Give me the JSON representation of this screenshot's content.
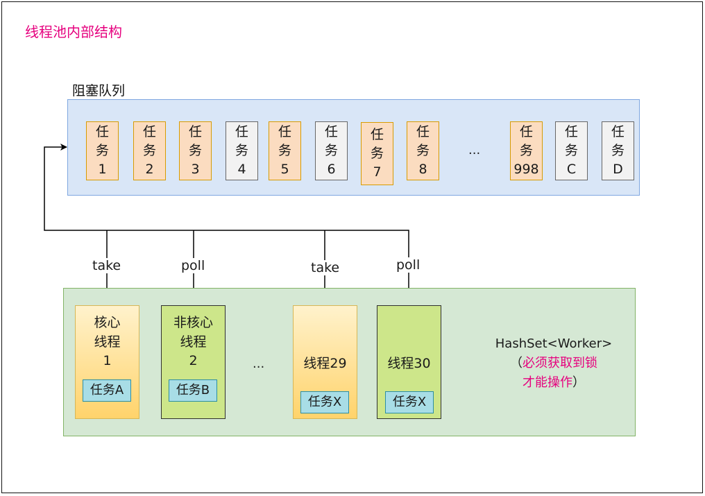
{
  "title": "线程池内部结构",
  "queue": {
    "label": "阻塞队列",
    "tasks": [
      {
        "l1": "任",
        "l2": "务",
        "l3": "1",
        "color": "orange"
      },
      {
        "l1": "任",
        "l2": "务",
        "l3": "2",
        "color": "orange"
      },
      {
        "l1": "任",
        "l2": "务",
        "l3": "3",
        "color": "orange"
      },
      {
        "l1": "任",
        "l2": "务",
        "l3": "4",
        "color": "gray"
      },
      {
        "l1": "任",
        "l2": "务",
        "l3": "5",
        "color": "orange"
      },
      {
        "l1": "任",
        "l2": "务",
        "l3": "6",
        "color": "gray"
      },
      {
        "l1": "任",
        "l2": "务",
        "l3": "7",
        "color": "orange"
      },
      {
        "l1": "任",
        "l2": "务",
        "l3": "8",
        "color": "orange"
      },
      {
        "l1": "任",
        "l2": "务",
        "l3": "998",
        "color": "orange"
      },
      {
        "l1": "任",
        "l2": "务",
        "l3": "C",
        "color": "gray"
      },
      {
        "l1": "任",
        "l2": "务",
        "l3": "D",
        "color": "gray"
      }
    ],
    "ellipsis": "..."
  },
  "edges": {
    "take_1": "take",
    "poll_2": "poll",
    "take_29": "take",
    "poll_30": "poll"
  },
  "pool": {
    "threads": [
      {
        "name_l1": "核心",
        "name_l2": "线程",
        "name_l3": "1",
        "task": "任务A",
        "type": "core"
      },
      {
        "name_l1": "非核心",
        "name_l2": "线程",
        "name_l3": "2",
        "task": "任务B",
        "type": "non-core"
      },
      {
        "name": "线程29",
        "task": "任务X",
        "type": "core"
      },
      {
        "name": "线程30",
        "task": "任务X",
        "type": "non-core"
      }
    ],
    "ellipsis": "...",
    "hashset": {
      "line1": "HashSet<Worker>",
      "line2_prefix": "（",
      "line2_pink": "必须获取到锁",
      "line3_pink": "才能操作",
      "line3_suffix": "）"
    }
  },
  "colors": {
    "title": "#e6007e",
    "queue_fill": "#d9e6f7",
    "pool_fill": "#d5e8d4",
    "task_orange": "#fbdcc0",
    "task_gray": "#f2f2f2",
    "core_thread": "#ffd36b",
    "noncore_thread": "#cde68a",
    "subtask": "#a8dde6"
  }
}
